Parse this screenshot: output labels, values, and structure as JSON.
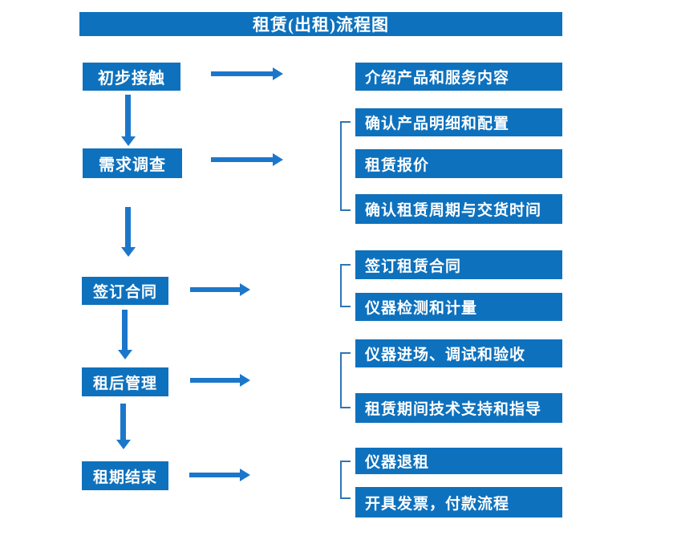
{
  "title": "租赁(出租)流程图",
  "colors": {
    "box_blue": "#0e71bd",
    "arrow_blue": "#1c77cb",
    "bracket_blue": "#2e75b6",
    "text_white": "#ffffff"
  },
  "steps": [
    {
      "label": "初步接触",
      "details": [
        "介绍产品和服务内容"
      ]
    },
    {
      "label": "需求调查",
      "details": [
        "确认产品明细和配置",
        "租赁报价",
        "确认租赁周期与交货时间"
      ]
    },
    {
      "label": "签订合同",
      "details": [
        "签订租赁合同",
        "仪器检测和计量"
      ]
    },
    {
      "label": "租后管理",
      "details": [
        "仪器进场、调试和验收",
        "租赁期间技术支持和指导"
      ]
    },
    {
      "label": "租期结束",
      "details": [
        "仪器退租",
        "开具发票，付款流程"
      ]
    }
  ]
}
